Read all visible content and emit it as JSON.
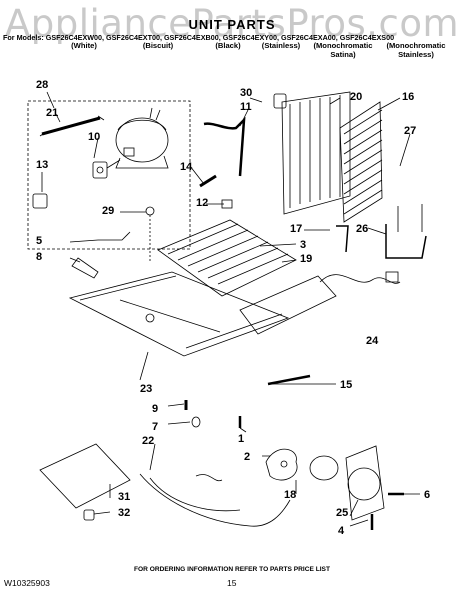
{
  "watermark": "AppliancePartsPros.com",
  "title": "UNIT PARTS",
  "models_line": "For Models: GSF26C4EXW00, GSF26C4EXT00, GSF26C4EXB00, GSF26C4EXY00, GSF26C4EXA00, GSF26C4EXS00",
  "variants": [
    "(White)",
    "(Biscuit)",
    "(Black)",
    "(Stainless)",
    "(Monochromatic Satina)",
    "(Monochromatic Stainless)"
  ],
  "callouts": [
    "1",
    "2",
    "3",
    "4",
    "5",
    "6",
    "7",
    "8",
    "9",
    "10",
    "11",
    "12",
    "13",
    "14",
    "15",
    "16",
    "17",
    "18",
    "19",
    "20",
    "21",
    "22",
    "23",
    "24",
    "25",
    "26",
    "27",
    "28",
    "29",
    "30",
    "31",
    "32"
  ],
  "footer_note": "FOR ORDERING INFORMATION REFER TO PARTS PRICE LIST",
  "doc_number": "W10325903",
  "page_number": "15"
}
